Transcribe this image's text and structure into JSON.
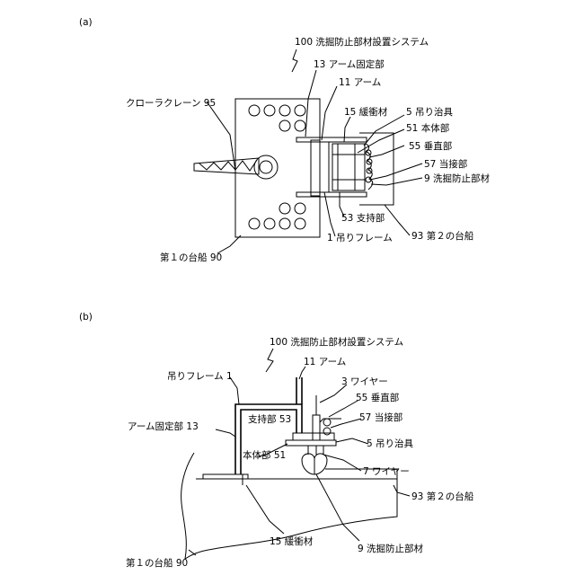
{
  "panels": [
    {
      "id": "a",
      "tag": "(a)",
      "labels": {
        "system": "100 洗掘防止部材設置システム",
        "arm_fix": "13 アーム固定部",
        "arm": "11 アーム",
        "cushion": "15 緩衝材",
        "crane": "クローラクレーン 95",
        "jig": "5 吊り治具",
        "body": "51 本体部",
        "vertical": "55 垂直部",
        "contact": "57 当接部",
        "member": "9 洗掘防止部材",
        "support": "53 支持部",
        "frame": "1 吊りフレーム",
        "barge2": "93 第２の台船",
        "barge1": "第１の台船 90"
      }
    },
    {
      "id": "b",
      "tag": "(b)",
      "labels": {
        "system": "100 洗掘防止部材設置システム",
        "frame": "吊りフレーム 1",
        "arm": "11 アーム",
        "wire3": "3 ワイヤー",
        "vertical": "55 垂直部",
        "support": "支持部 53",
        "contact": "57 当接部",
        "arm_fix": "アーム固定部 13",
        "jig": "5 吊り治具",
        "body": "本体部 51",
        "wire7": "7 ワイヤー",
        "barge2": "93 第２の台船",
        "cushion": "15 緩衝材",
        "member": "9 洗掘防止部材",
        "barge1": "第１の台船 90"
      }
    }
  ]
}
